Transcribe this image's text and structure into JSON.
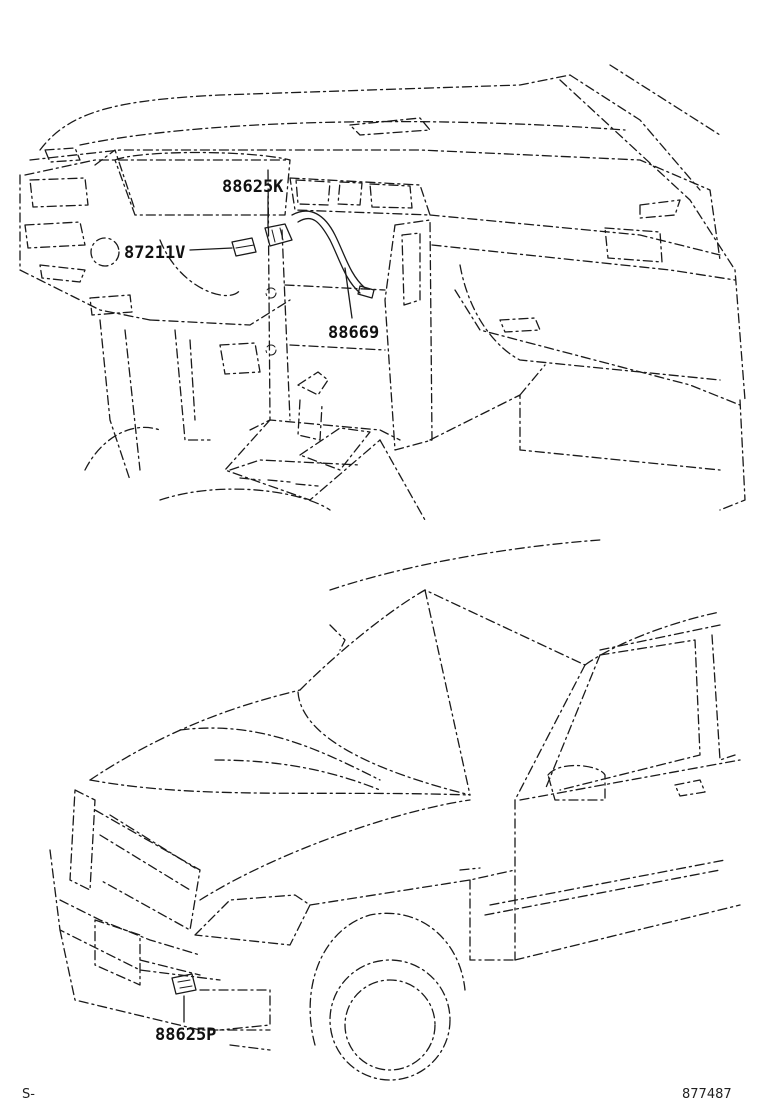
{
  "labels": {
    "part_88625K": "88625K",
    "part_87211V": "87211V",
    "part_88669": "88669",
    "part_88625P": "88625P"
  },
  "corner": {
    "bottom_left": "S-",
    "bottom_right": "877487"
  },
  "colors": {
    "line": "#1a1a1a",
    "background": "#ffffff"
  }
}
